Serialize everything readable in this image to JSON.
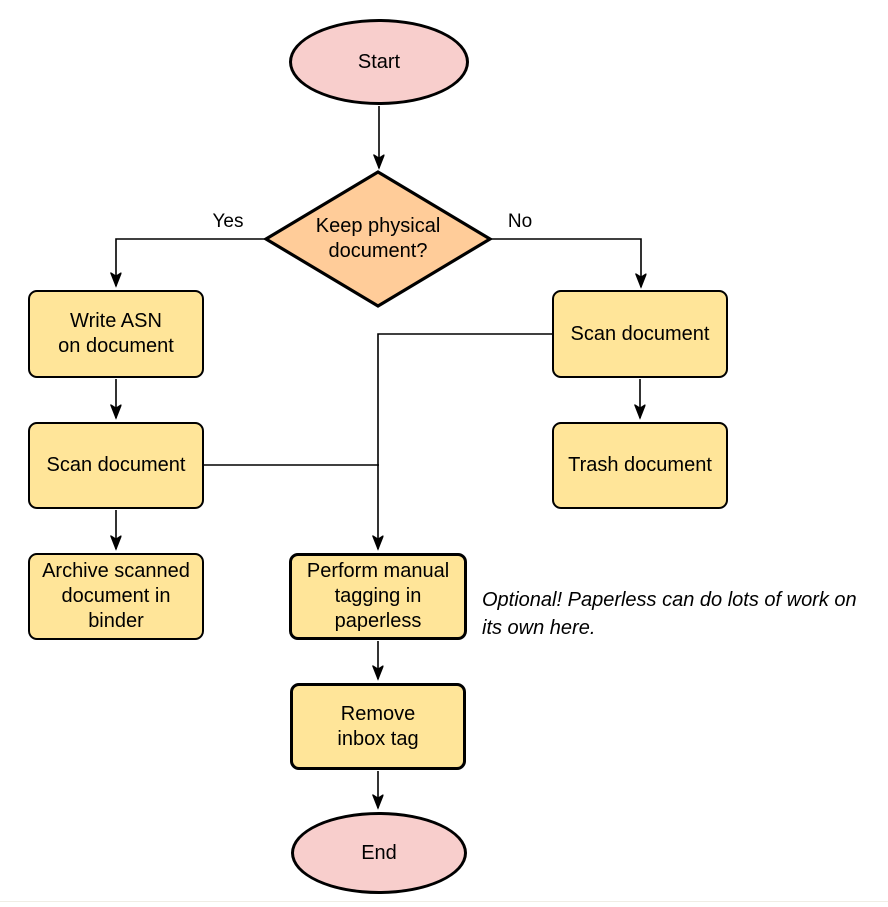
{
  "diagram": {
    "background": "#ffffff",
    "colors": {
      "terminal_fill": "#f8cecc",
      "decision_fill": "#ffcc99",
      "process_fill": "#ffe599",
      "stroke": "#000000",
      "text": "#000000"
    },
    "nodes": {
      "start": {
        "type": "terminal",
        "label": "Start"
      },
      "decision": {
        "type": "decision",
        "label": "Keep physical\ndocument?"
      },
      "write_asn": {
        "type": "process",
        "label": "Write ASN\non document"
      },
      "scan_left": {
        "type": "process",
        "label": "Scan document"
      },
      "archive": {
        "type": "process",
        "label": "Archive scanned\ndocument in\nbinder"
      },
      "scan_right": {
        "type": "process",
        "label": "Scan document"
      },
      "trash": {
        "type": "process",
        "label": "Trash document"
      },
      "tagging": {
        "type": "process",
        "label": "Perform manual\ntagging in\npaperless"
      },
      "remove_inbox": {
        "type": "process",
        "label": "Remove\ninbox tag"
      },
      "end": {
        "type": "terminal",
        "label": "End"
      }
    },
    "edges": [
      {
        "from": "start",
        "to": "decision",
        "label": ""
      },
      {
        "from": "decision",
        "to": "write_asn",
        "label": "Yes"
      },
      {
        "from": "decision",
        "to": "scan_right",
        "label": "No"
      },
      {
        "from": "write_asn",
        "to": "scan_left",
        "label": ""
      },
      {
        "from": "scan_left",
        "to": "archive",
        "label": ""
      },
      {
        "from": "scan_right",
        "to": "trash",
        "label": ""
      },
      {
        "from": "scan_right",
        "to": "tagging",
        "label": ""
      },
      {
        "from": "scan_left",
        "to": "tagging",
        "label": ""
      },
      {
        "from": "tagging",
        "to": "remove_inbox",
        "label": ""
      },
      {
        "from": "remove_inbox",
        "to": "end",
        "label": ""
      }
    ],
    "note": "Optional! Paperless can do lots of work on\nits own here."
  }
}
